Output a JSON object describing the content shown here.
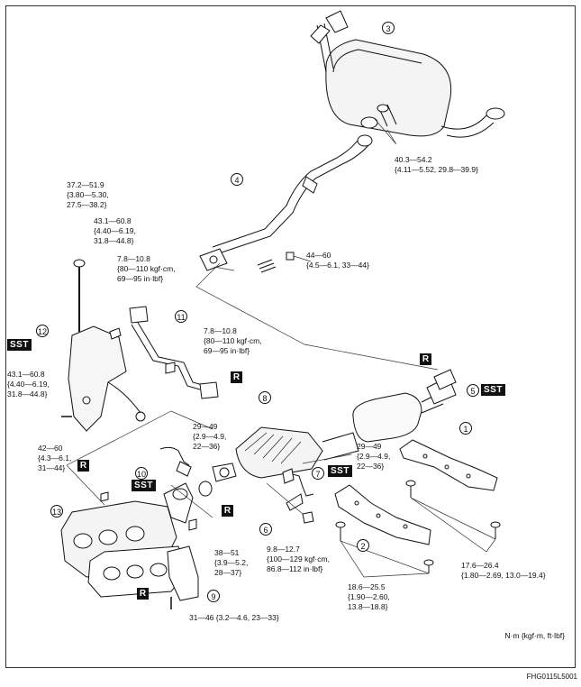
{
  "callouts": [
    "1",
    "2",
    "3",
    "4",
    "5",
    "6",
    "7",
    "8",
    "9",
    "10",
    "11",
    "12",
    "13"
  ],
  "badges": {
    "sst": "SST",
    "r": "R"
  },
  "torques": {
    "t_muffler": "40.3—54.2\n{4.11—5.52, 29.8—39.9}",
    "t_bolt_tall": "37.2—51.9\n{3.80—5.30,\n27.5—38.2}",
    "t_bracket_nut": "43.1—60.8\n{4.40—6.19,\n31.8—44.8}",
    "t_valve": "7.8—10.8\n{80—110 kgf·cm,\n69—95 in·lbf}",
    "t_pipe4_nut": "44—60\n{4.5—6.1, 33—44}",
    "t_pipe11": "7.8—10.8\n{80—110 kgf·cm,\n69—95 in·lbf}",
    "t_bracket_bolt": "43.1—60.8\n{4.40—6.19,\n31.8—44.8}",
    "t_sensor_front": "29—49\n{2.9—4.9,\n22—36}",
    "t_manifold_nut": "42—60\n{4.3—6.1,\n31—44}",
    "t_sensor_rear": "29—49\n{2.9—4.9,\n22—36}",
    "t_manifold_bolt": "38—51\n{3.9—5.2,\n28—37}",
    "t_clamp": "9.8—12.7\n{100—129 kgf·cm,\n86.8—112 in·lbf}",
    "t_hanger1": "17.6—26.4\n{1.80—2.69, 13.0—19.4}",
    "t_hanger2": "18.6—25.5\n{1.90—2.60,\n13.8—18.8}",
    "t_insulator": "31—46 {3.2—4.6, 23—33}"
  },
  "unit_note": "N·m {kgf·m, ft·lbf}",
  "code_note": "FHG0115L5001"
}
